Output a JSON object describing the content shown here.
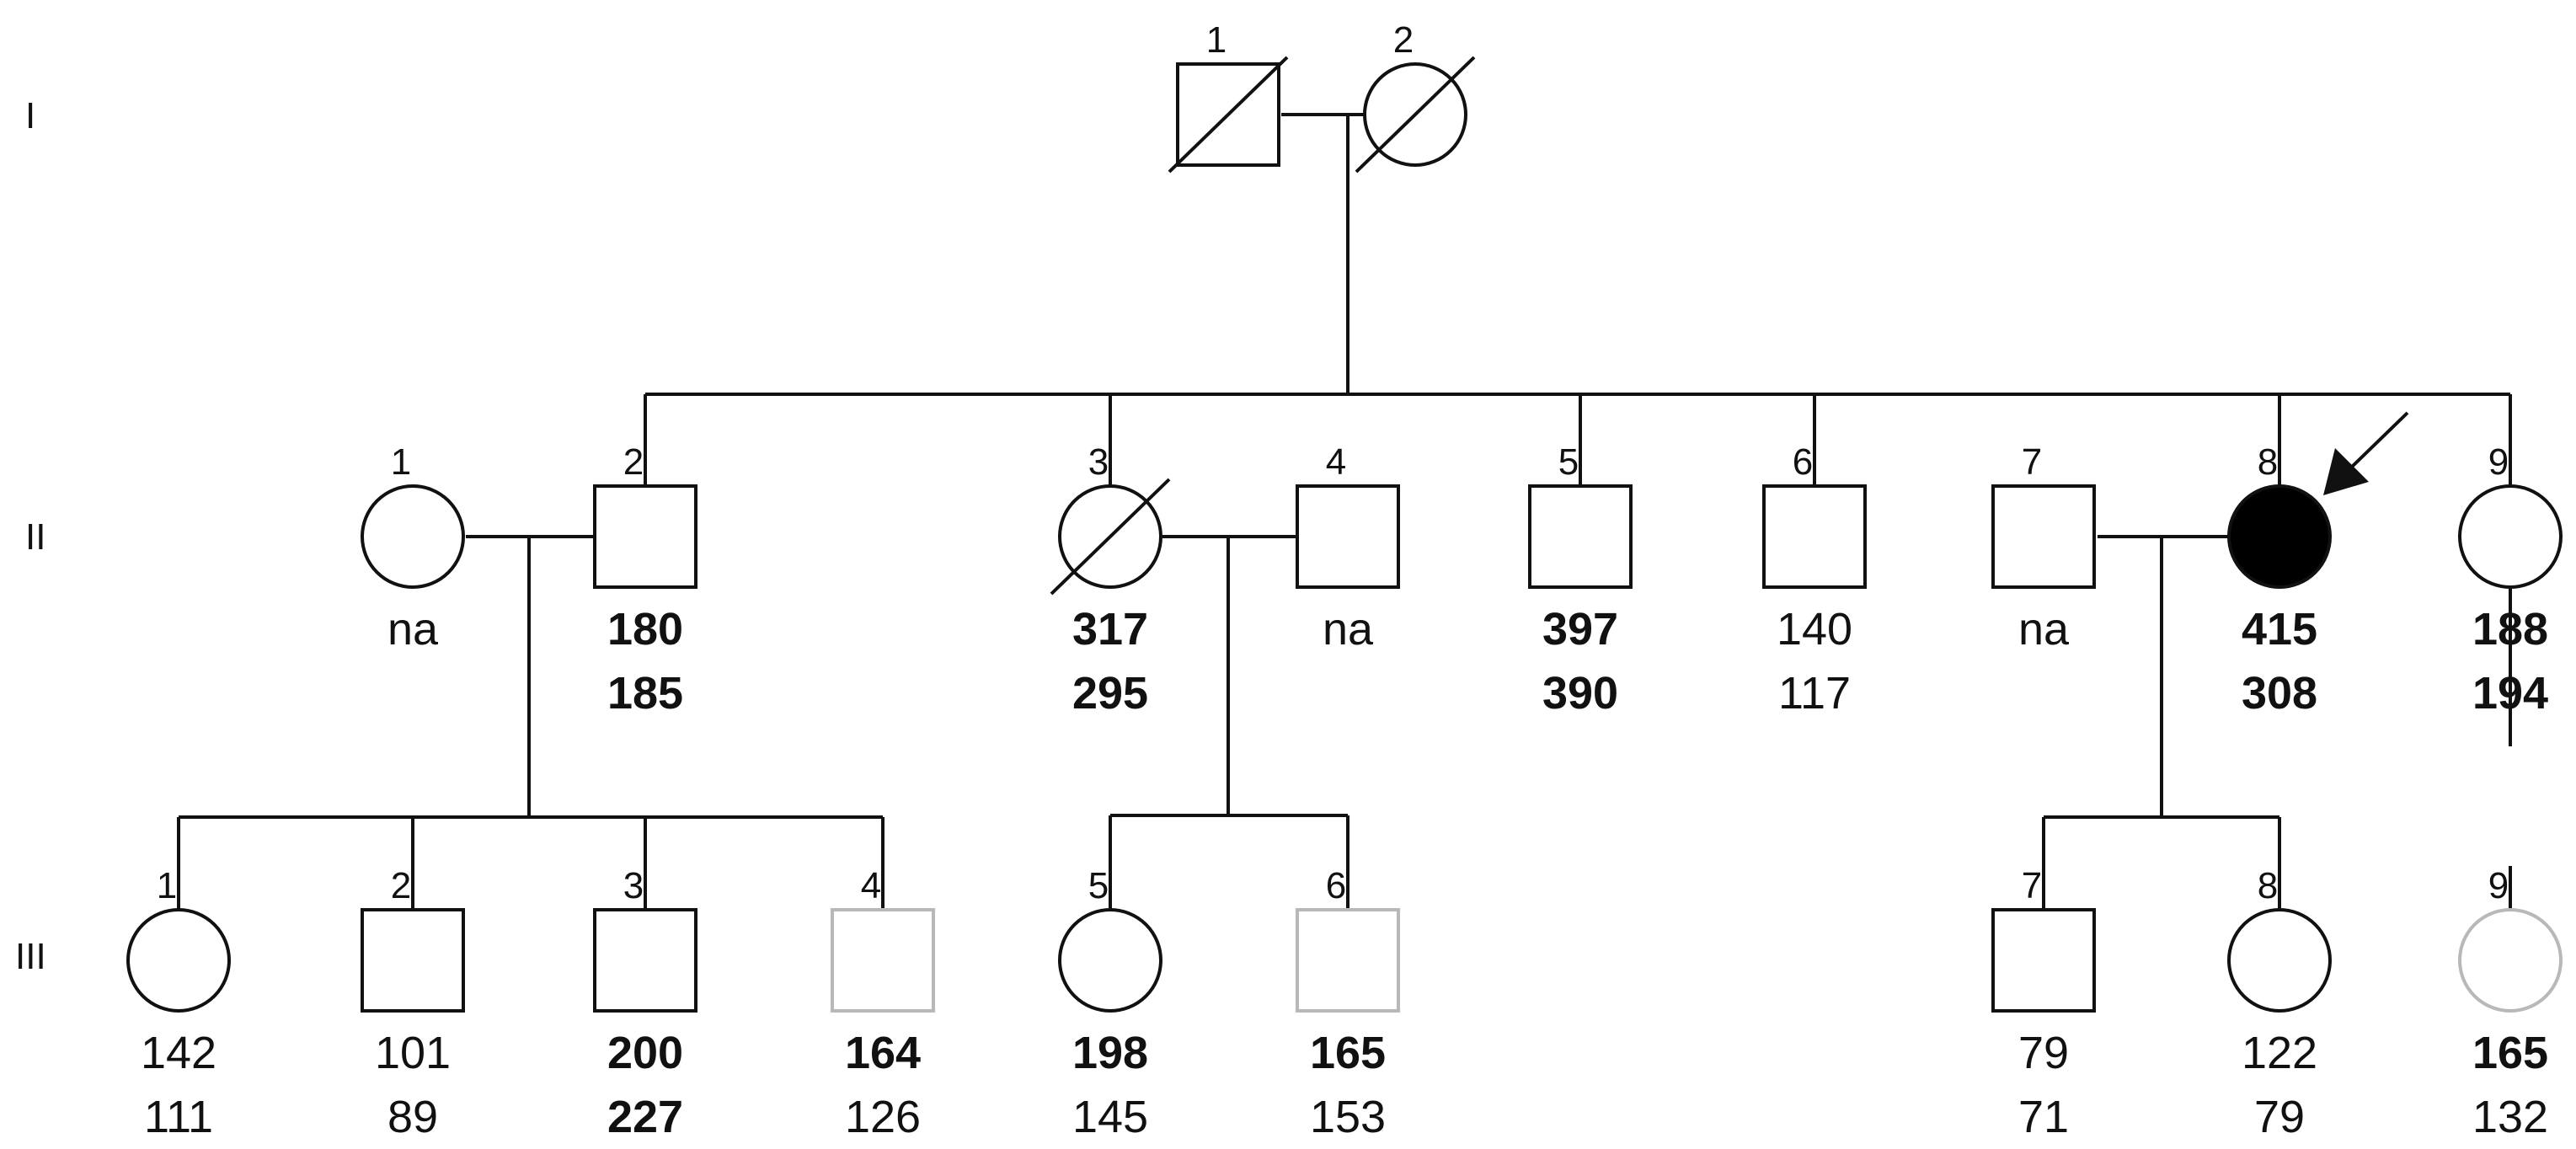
{
  "generations": [
    "I",
    "II",
    "III"
  ],
  "individuals": [
    {
      "key": "I-1",
      "gen": "I",
      "id": "1",
      "sex": "male",
      "deceased": true,
      "affected": false,
      "grey": false,
      "values": []
    },
    {
      "key": "I-2",
      "gen": "I",
      "id": "2",
      "sex": "female",
      "deceased": true,
      "affected": false,
      "grey": false,
      "values": []
    },
    {
      "key": "II-1",
      "gen": "II",
      "id": "1",
      "sex": "female",
      "deceased": false,
      "affected": false,
      "grey": false,
      "values": [
        {
          "text": "na",
          "bold": false
        }
      ]
    },
    {
      "key": "II-2",
      "gen": "II",
      "id": "2",
      "sex": "male",
      "deceased": false,
      "affected": false,
      "grey": false,
      "values": [
        {
          "text": "180",
          "bold": true
        },
        {
          "text": "185",
          "bold": true
        }
      ]
    },
    {
      "key": "II-3",
      "gen": "II",
      "id": "3",
      "sex": "female",
      "deceased": true,
      "affected": false,
      "grey": false,
      "values": [
        {
          "text": "317",
          "bold": true
        },
        {
          "text": "295",
          "bold": true
        }
      ]
    },
    {
      "key": "II-4",
      "gen": "II",
      "id": "4",
      "sex": "male",
      "deceased": false,
      "affected": false,
      "grey": false,
      "values": [
        {
          "text": "na",
          "bold": false
        }
      ]
    },
    {
      "key": "II-5",
      "gen": "II",
      "id": "5",
      "sex": "male",
      "deceased": false,
      "affected": false,
      "grey": false,
      "values": [
        {
          "text": "397",
          "bold": true
        },
        {
          "text": "390",
          "bold": true
        }
      ]
    },
    {
      "key": "II-6",
      "gen": "II",
      "id": "6",
      "sex": "male",
      "deceased": false,
      "affected": false,
      "grey": false,
      "values": [
        {
          "text": "140",
          "bold": false
        },
        {
          "text": "117",
          "bold": false
        }
      ]
    },
    {
      "key": "II-7",
      "gen": "II",
      "id": "7",
      "sex": "male",
      "deceased": false,
      "affected": false,
      "grey": false,
      "values": [
        {
          "text": "na",
          "bold": false
        }
      ]
    },
    {
      "key": "II-8",
      "gen": "II",
      "id": "8",
      "sex": "female",
      "deceased": false,
      "affected": true,
      "grey": false,
      "proband": true,
      "values": [
        {
          "text": "415",
          "bold": true
        },
        {
          "text": "308",
          "bold": true
        }
      ]
    },
    {
      "key": "II-9",
      "gen": "II",
      "id": "9",
      "sex": "female",
      "deceased": false,
      "affected": false,
      "grey": false,
      "values": [
        {
          "text": "188",
          "bold": true
        },
        {
          "text": "194",
          "bold": true
        }
      ]
    },
    {
      "key": "III-1",
      "gen": "III",
      "id": "1",
      "sex": "female",
      "deceased": false,
      "affected": false,
      "grey": false,
      "values": [
        {
          "text": "142",
          "bold": false
        },
        {
          "text": "111",
          "bold": false
        }
      ]
    },
    {
      "key": "III-2",
      "gen": "III",
      "id": "2",
      "sex": "male",
      "deceased": false,
      "affected": false,
      "grey": false,
      "values": [
        {
          "text": "101",
          "bold": false
        },
        {
          "text": "89",
          "bold": false
        }
      ]
    },
    {
      "key": "III-3",
      "gen": "III",
      "id": "3",
      "sex": "male",
      "deceased": false,
      "affected": false,
      "grey": false,
      "values": [
        {
          "text": "200",
          "bold": true
        },
        {
          "text": "227",
          "bold": true
        }
      ]
    },
    {
      "key": "III-4",
      "gen": "III",
      "id": "4",
      "sex": "male",
      "deceased": false,
      "affected": false,
      "grey": true,
      "values": [
        {
          "text": "164",
          "bold": true
        },
        {
          "text": "126",
          "bold": false
        }
      ]
    },
    {
      "key": "III-5",
      "gen": "III",
      "id": "5",
      "sex": "female",
      "deceased": false,
      "affected": false,
      "grey": false,
      "values": [
        {
          "text": "198",
          "bold": true
        },
        {
          "text": "145",
          "bold": false
        }
      ]
    },
    {
      "key": "III-6",
      "gen": "III",
      "id": "6",
      "sex": "male",
      "deceased": false,
      "affected": false,
      "grey": true,
      "values": [
        {
          "text": "165",
          "bold": true
        },
        {
          "text": "153",
          "bold": false
        }
      ]
    },
    {
      "key": "III-7",
      "gen": "III",
      "id": "7",
      "sex": "male",
      "deceased": false,
      "affected": false,
      "grey": false,
      "values": [
        {
          "text": "79",
          "bold": false
        },
        {
          "text": "71",
          "bold": false
        }
      ]
    },
    {
      "key": "III-8",
      "gen": "III",
      "id": "8",
      "sex": "female",
      "deceased": false,
      "affected": false,
      "grey": false,
      "values": [
        {
          "text": "122",
          "bold": false
        },
        {
          "text": "79",
          "bold": false
        }
      ]
    },
    {
      "key": "III-9",
      "gen": "III",
      "id": "9",
      "sex": "female",
      "deceased": false,
      "affected": false,
      "grey": true,
      "values": [
        {
          "text": "165",
          "bold": true
        },
        {
          "text": "132",
          "bold": false
        }
      ]
    }
  ],
  "colors": {
    "line": "#111111",
    "affected": "#000000",
    "unclear_outline": "#b8b8b8"
  }
}
